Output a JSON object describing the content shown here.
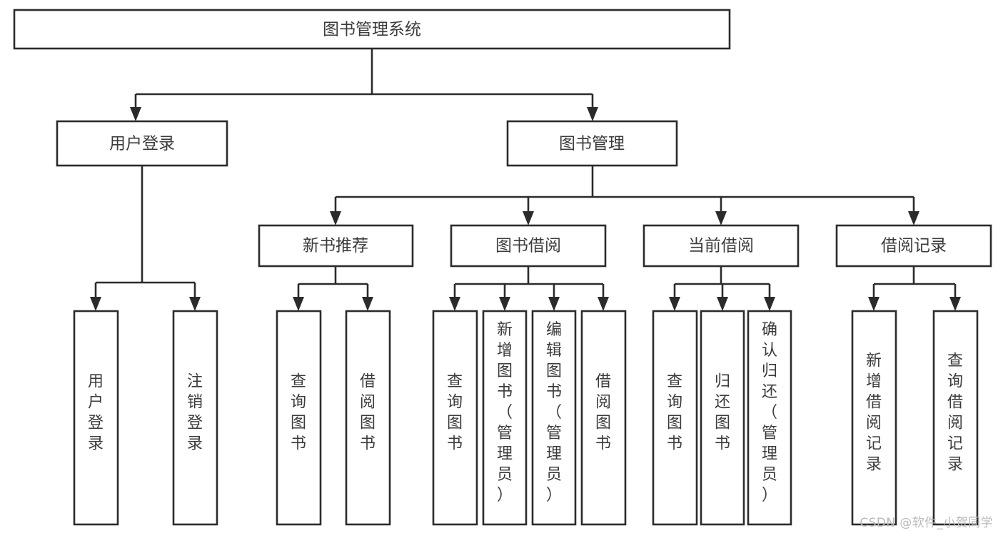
{
  "chart_data": {
    "type": "diagram",
    "diagram_kind": "hierarchy-tree",
    "title": "图书管理系统",
    "levels": 4,
    "nodes": [
      {
        "id": "root",
        "label": "图书管理系统",
        "level": 0,
        "orientation": "horizontal"
      },
      {
        "id": "login",
        "label": "用户登录",
        "level": 1,
        "parent": "root",
        "orientation": "horizontal"
      },
      {
        "id": "bookmgmt",
        "label": "图书管理",
        "level": 1,
        "parent": "root",
        "orientation": "horizontal"
      },
      {
        "id": "newbook",
        "label": "新书推荐",
        "level": 2,
        "parent": "bookmgmt",
        "orientation": "horizontal"
      },
      {
        "id": "borrow",
        "label": "图书借阅",
        "level": 2,
        "parent": "bookmgmt",
        "orientation": "horizontal"
      },
      {
        "id": "current",
        "label": "当前借阅",
        "level": 2,
        "parent": "bookmgmt",
        "orientation": "horizontal"
      },
      {
        "id": "records",
        "label": "借阅记录",
        "level": 2,
        "parent": "bookmgmt",
        "orientation": "horizontal"
      },
      {
        "id": "login-1",
        "label": "用户登录",
        "level": 3,
        "parent": "login",
        "orientation": "vertical"
      },
      {
        "id": "login-2",
        "label": "注销登录",
        "level": 3,
        "parent": "login",
        "orientation": "vertical"
      },
      {
        "id": "newbook-1",
        "label": "查询图书",
        "level": 3,
        "parent": "newbook",
        "orientation": "vertical"
      },
      {
        "id": "newbook-2",
        "label": "借阅图书",
        "level": 3,
        "parent": "newbook",
        "orientation": "vertical"
      },
      {
        "id": "borrow-1",
        "label": "查询图书",
        "level": 3,
        "parent": "borrow",
        "orientation": "vertical"
      },
      {
        "id": "borrow-2",
        "label": "新增图书（管理员）",
        "level": 3,
        "parent": "borrow",
        "orientation": "vertical"
      },
      {
        "id": "borrow-3",
        "label": "编辑图书（管理员）",
        "level": 3,
        "parent": "borrow",
        "orientation": "vertical"
      },
      {
        "id": "borrow-4",
        "label": "借阅图书",
        "level": 3,
        "parent": "borrow",
        "orientation": "vertical"
      },
      {
        "id": "current-1",
        "label": "查询图书",
        "level": 3,
        "parent": "current",
        "orientation": "vertical"
      },
      {
        "id": "current-2",
        "label": "归还图书",
        "level": 3,
        "parent": "current",
        "orientation": "vertical"
      },
      {
        "id": "current-3",
        "label": "确认归还（管理员）",
        "level": 3,
        "parent": "current",
        "orientation": "vertical"
      },
      {
        "id": "records-1",
        "label": "新增借阅记录",
        "level": 3,
        "parent": "records",
        "orientation": "vertical"
      },
      {
        "id": "records-2",
        "label": "查询借阅记录",
        "level": 3,
        "parent": "records",
        "orientation": "vertical"
      }
    ],
    "edges": [
      {
        "from": "root",
        "to": "login"
      },
      {
        "from": "root",
        "to": "bookmgmt"
      },
      {
        "from": "bookmgmt",
        "to": "newbook"
      },
      {
        "from": "bookmgmt",
        "to": "borrow"
      },
      {
        "from": "bookmgmt",
        "to": "current"
      },
      {
        "from": "bookmgmt",
        "to": "records"
      },
      {
        "from": "login",
        "to": "login-1"
      },
      {
        "from": "login",
        "to": "login-2"
      },
      {
        "from": "newbook",
        "to": "newbook-1"
      },
      {
        "from": "newbook",
        "to": "newbook-2"
      },
      {
        "from": "borrow",
        "to": "borrow-1"
      },
      {
        "from": "borrow",
        "to": "borrow-2"
      },
      {
        "from": "borrow",
        "to": "borrow-3"
      },
      {
        "from": "borrow",
        "to": "borrow-4"
      },
      {
        "from": "current",
        "to": "current-1"
      },
      {
        "from": "current",
        "to": "current-2"
      },
      {
        "from": "current",
        "to": "current-3"
      },
      {
        "from": "records",
        "to": "records-1"
      },
      {
        "from": "records",
        "to": "records-2"
      }
    ],
    "colors": {
      "background": "#ffffff",
      "box_stroke": "#2b2b2b",
      "box_fill": "#ffffff",
      "text": "#3b3b3b",
      "watermark": "#b9b9b9"
    }
  },
  "nodes": {
    "root": "图书管理系统",
    "login": "用户登录",
    "bookmgmt": "图书管理",
    "newbook": "新书推荐",
    "borrow": "图书借阅",
    "current": "当前借阅",
    "records": "借阅记录",
    "login_1": "用户登录",
    "login_2": "注销登录",
    "newbook_1": "查询图书",
    "newbook_2": "借阅图书",
    "borrow_1": "查询图书",
    "borrow_2": "新增图书（管理员）",
    "borrow_3": "编辑图书（管理员）",
    "borrow_4": "借阅图书",
    "current_1": "查询图书",
    "current_2": "归还图书",
    "current_3": "确认归还（管理员）",
    "records_1": "新增借阅记录",
    "records_2": "查询借阅记录"
  },
  "watermark": {
    "text": "CSDN @软件_小贺同学"
  }
}
